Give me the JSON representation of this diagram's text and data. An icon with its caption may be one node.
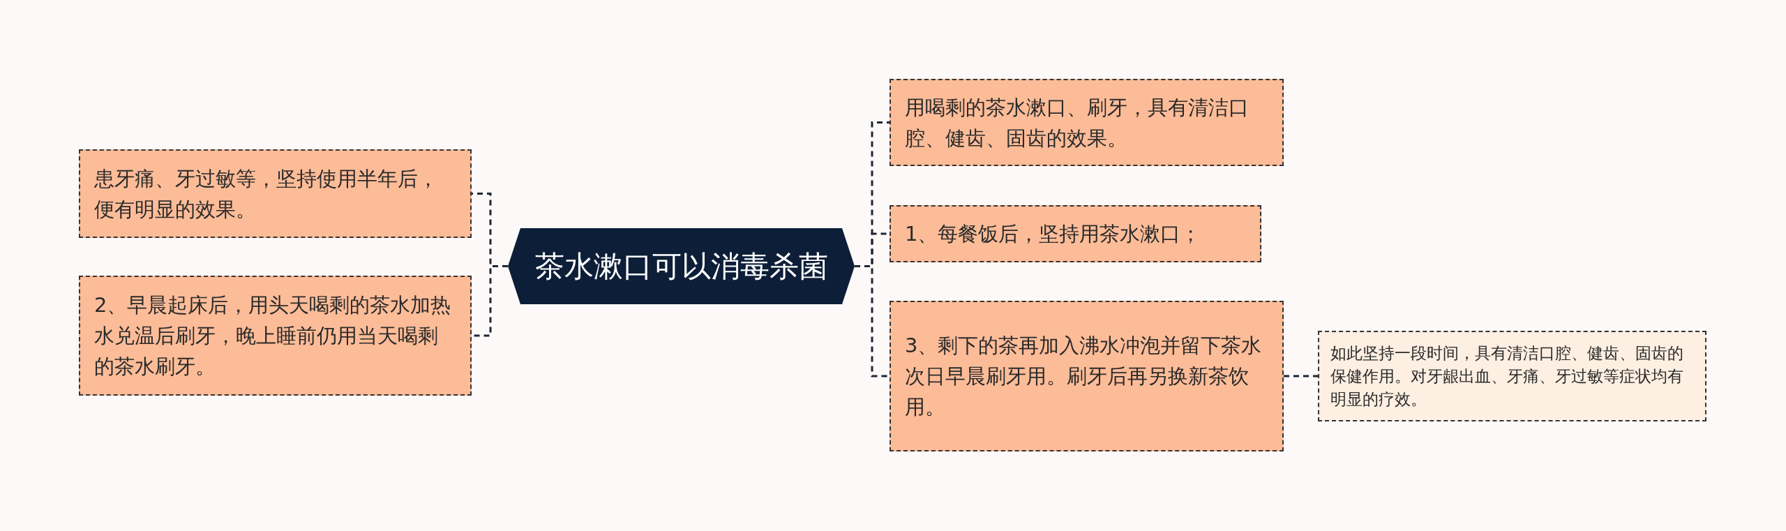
{
  "diagram": {
    "nodes": [
      {
        "text": [
          "茶水漱口可以消毒杀菌"
        ]
      },
      {
        "text": [
          "患牙痛、牙过敏等，坚持使用半年后，便有明显的效果。"
        ]
      },
      {
        "text": [
          "2、早晨起床后，用头天喝剩的茶水加热水兑温后刷牙，晚上睡前仍用当天喝剩的茶水刷牙。"
        ]
      },
      {
        "text": [
          "用喝剩的茶水漱口、刷牙，具有清洁口腔、健齿、固齿的效果。"
        ]
      },
      {
        "text": [
          "1、每餐饭后，坚持用茶水漱口；"
        ]
      },
      {
        "text": [
          "3、剩下的茶再加入沸水冲泡并留下茶水次日早晨刷牙用。刷牙后再另换新茶饮用。"
        ]
      },
      {
        "text": [
          "如此坚持一段时间，具有清洁口腔、健齿、固齿的保健作用。对牙龈出血、牙痛、牙过敏等症状均有明显的疗效。"
        ]
      }
    ],
    "edges": [
      {
        "from": 0,
        "to": 1,
        "arrow": "none",
        "style": "dashed"
      },
      {
        "from": 0,
        "to": 2,
        "arrow": "none",
        "style": "dashed"
      },
      {
        "from": 0,
        "to": 3,
        "arrow": "none",
        "style": "dashed"
      },
      {
        "from": 0,
        "to": 4,
        "arrow": "none",
        "style": "dashed"
      },
      {
        "from": 0,
        "to": 5,
        "arrow": "none",
        "style": "dashed"
      },
      {
        "from": 5,
        "to": 6,
        "arrow": "none",
        "style": "dashed"
      }
    ]
  }
}
